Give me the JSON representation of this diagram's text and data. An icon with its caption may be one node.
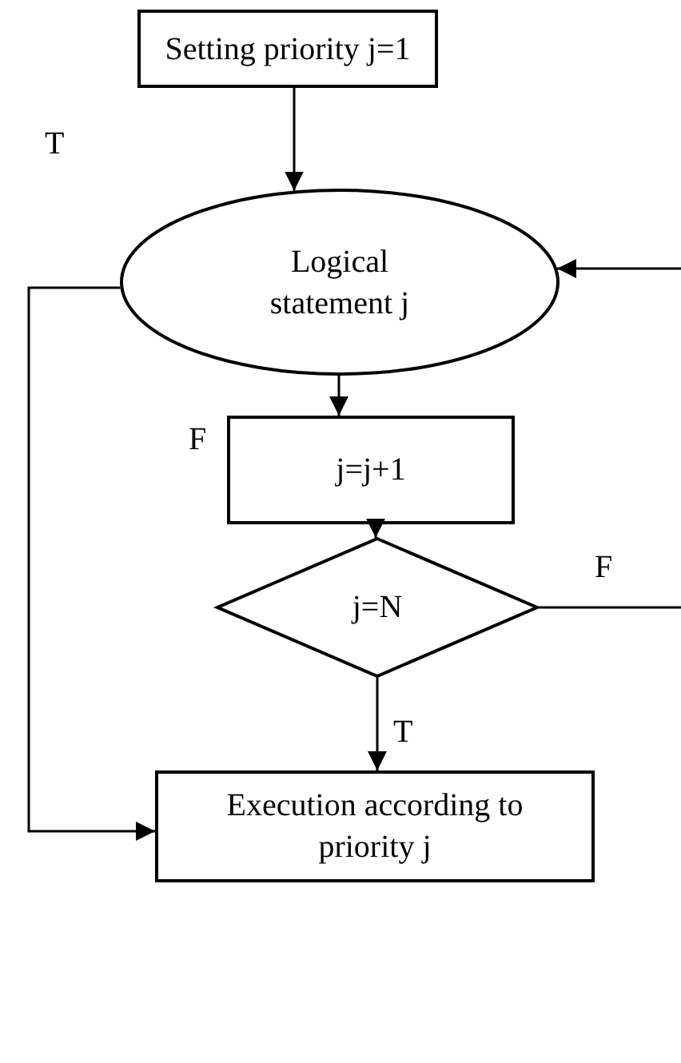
{
  "diagram": {
    "nodes": [
      {
        "text": [
          "Setting priority j=1"
        ]
      },
      {
        "text": [
          "Logical statement j"
        ]
      },
      {
        "text": [
          "j=j+1"
        ]
      },
      {
        "text": [
          "j=N"
        ]
      },
      {
        "text": [
          "Execution according to priority j"
        ]
      }
    ],
    "edges": [
      {
        "from": 0,
        "to": 1,
        "arrow": "to"
      },
      {
        "from": 1,
        "to": 2,
        "arrow": "to",
        "label": "F"
      },
      {
        "from": 2,
        "to": 3,
        "arrow": "to"
      },
      {
        "from": 3,
        "to": 4,
        "arrow": "to",
        "label": "T"
      },
      {
        "from": 3,
        "to": null,
        "arrow": "none",
        "label": "F"
      },
      {
        "from": null,
        "to": 1,
        "arrow": "to"
      },
      {
        "from": 1,
        "to": 4,
        "arrow": "to",
        "label": "T"
      }
    ]
  }
}
